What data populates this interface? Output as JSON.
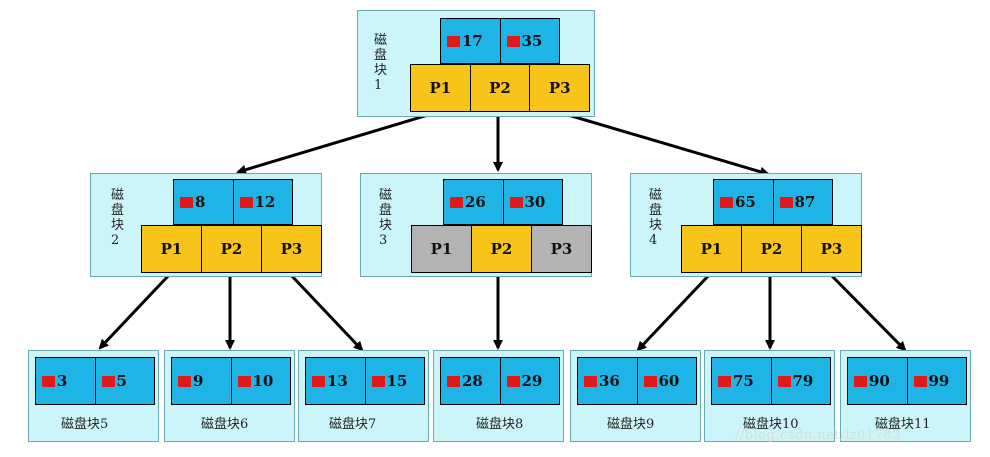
{
  "nodes": {
    "n1": {
      "label": "磁盘块1",
      "keys": [
        "17",
        "35"
      ],
      "ptrs": [
        "P1",
        "P2",
        "P3"
      ]
    },
    "n2": {
      "label": "磁盘块2",
      "keys": [
        "8",
        "12"
      ],
      "ptrs": [
        "P1",
        "P2",
        "P3"
      ]
    },
    "n3": {
      "label": "磁盘块3",
      "keys": [
        "26",
        "30"
      ],
      "ptrs": [
        "P1",
        "P2",
        "P3"
      ]
    },
    "n4": {
      "label": "磁盘块4",
      "keys": [
        "65",
        "87"
      ],
      "ptrs": [
        "P1",
        "P2",
        "P3"
      ]
    }
  },
  "leaves": [
    {
      "label": "磁盘块5",
      "keys": [
        "3",
        "5"
      ]
    },
    {
      "label": "磁盘块6",
      "keys": [
        "9",
        "10"
      ]
    },
    {
      "label": "磁盘块7",
      "keys": [
        "13",
        "15"
      ]
    },
    {
      "label": "磁盘块8",
      "keys": [
        "28",
        "29"
      ]
    },
    {
      "label": "磁盘块9",
      "keys": [
        "36",
        "60"
      ]
    },
    {
      "label": "磁盘块10",
      "keys": [
        "75",
        "79"
      ]
    },
    {
      "label": "磁盘块11",
      "keys": [
        "90",
        "99"
      ]
    }
  ],
  "watermark": "//blog.csdn.net/lz01783",
  "colors": {
    "block_bg": "#ccf5fa",
    "key_bg": "#1fb4e6",
    "pointer_bg": "#f8c41a",
    "null_pointer_bg": "#b3b3b3",
    "marker": "#e01a1a"
  }
}
